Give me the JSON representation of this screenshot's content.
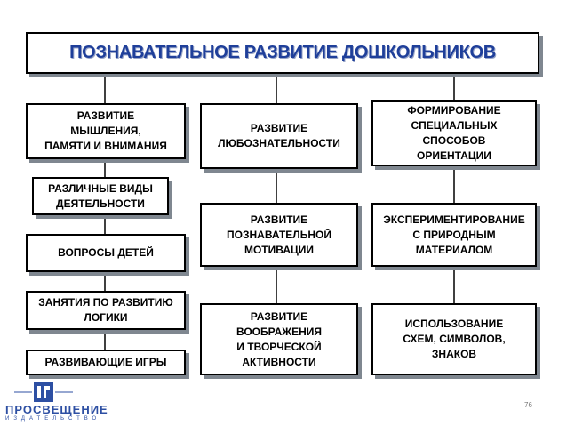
{
  "title": "ПОЗНАВАТЕЛЬНОЕ РАЗВИТИЕ ДОШКОЛЬНИКОВ",
  "left_column": [
    "РАЗВИТИЕ\nМЫШЛЕНИЯ,\nПАМЯТИ И ВНИМАНИЯ",
    "РАЗЛИЧНЫЕ ВИДЫ\nДЕЯТЕЛЬНОСТИ",
    "ВОПРОСЫ ДЕТЕЙ",
    "ЗАНЯТИЯ ПО РАЗВИТИЮ\nЛОГИКИ",
    "РАЗВИВАЮЩИЕ ИГРЫ"
  ],
  "middle_column": [
    "РАЗВИТИЕ\nЛЮБОЗНАТЕЛЬНОСТИ",
    "РАЗВИТИЕ\nПОЗНАВАТЕЛЬНОЙ\nМОТИВАЦИИ",
    "РАЗВИТИЕ\nВООБРАЖЕНИЯ\nИ ТВОРЧЕСКОЙ\nАКТИВНОСТИ"
  ],
  "right_column": [
    "ФОРМИРОВАНИЕ\nСПЕЦИАЛЬНЫХ\nСПОСОБОВ\nОРИЕНТАЦИИ",
    "ЭКСПЕРИМЕНТИРОВАНИЕ\nС ПРИРОДНЫМ\nМАТЕРИАЛОМ",
    "ИСПОЛЬЗОВАНИЕ\nСХЕМ, СИМВОЛОВ,\nЗНАКОВ"
  ],
  "logo": {
    "name": "ПРОСВЕЩЕНИЕ",
    "subtitle": "ИЗДАТЕЛЬСТВО",
    "icon": "publisher-logo-icon",
    "color": "#2d4fa3"
  },
  "page_number": "76"
}
